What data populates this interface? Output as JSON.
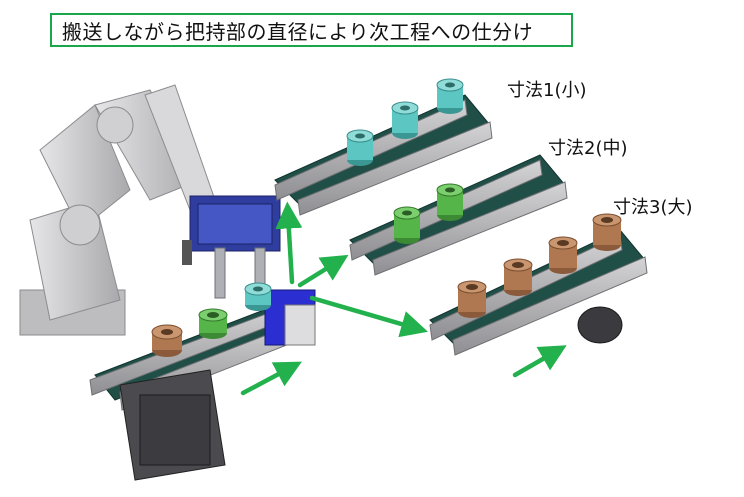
{
  "title": "搬送しながら把持部の直径により次工程への仕分け",
  "labels": {
    "size1": "寸法1(小)",
    "size2": "寸法2(中)",
    "size3": "寸法3(大)"
  },
  "colors": {
    "frame": "#1aa64a",
    "arrow": "#22b14c",
    "belt": "#1f4f47",
    "small_part": "#5cc6c2",
    "medium_part": "#55b548",
    "large_part": "#b07850",
    "robot": "#c9c9cb",
    "gripper": "#2f3e9e"
  },
  "icons": [
    "robot-arm",
    "gripper",
    "conveyor",
    "arrow"
  ]
}
